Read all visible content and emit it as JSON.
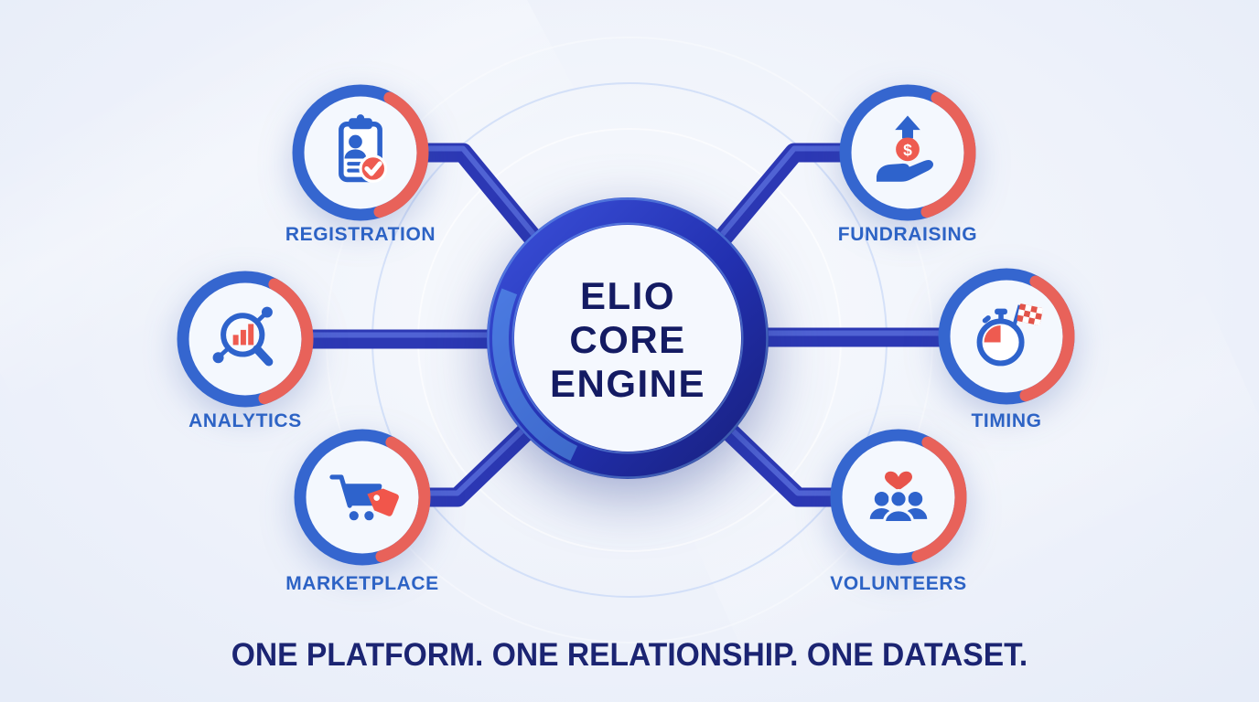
{
  "diagram": {
    "center": {
      "line1": "ELIO",
      "line2": "CORE",
      "line3": "ENGINE"
    },
    "nodes": [
      {
        "label": "REGISTRATION",
        "icon": "clipboard-person-check-icon",
        "position": "top-left"
      },
      {
        "label": "FUNDRAISING",
        "icon": "hand-dollar-coin-arrow-icon",
        "position": "top-right"
      },
      {
        "label": "ANALYTICS",
        "icon": "magnifier-bar-chart-icon",
        "position": "middle-left"
      },
      {
        "label": "TIMING",
        "icon": "stopwatch-finish-flag-icon",
        "position": "middle-right"
      },
      {
        "label": "MARKETPLACE",
        "icon": "shopping-cart-price-tag-icon",
        "position": "bottom-left"
      },
      {
        "label": "VOLUNTEERS",
        "icon": "people-group-heart-icon",
        "position": "bottom-right"
      }
    ],
    "tagline": "ONE PLATFORM. ONE RELATIONSHIP. ONE DATASET."
  },
  "colors": {
    "background": "#e7edf8",
    "node_ring_blue": "#3566cf",
    "node_accent_red": "#e8625a",
    "node_fill": "#f4f8fe",
    "icon_blue": "#2e63cc",
    "icon_red": "#ee5b50",
    "connector_indigo": "#2c38b4",
    "hub_ring_dark": "#18207e",
    "hub_ring_light": "#3a4fd8",
    "hub_fill": "#f5f8fe",
    "label_blue": "#2d63c5",
    "center_text_navy": "#141b63",
    "tagline_navy": "#1b2472"
  }
}
